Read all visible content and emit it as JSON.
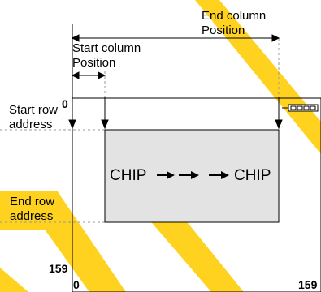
{
  "labels": {
    "end_column": "End  column",
    "end_column_position": "Position",
    "start_column": "Start column",
    "start_column_position": "Position",
    "start_row": "Start row",
    "start_row_address": "address",
    "end_row": "End row",
    "end_row_address": "address"
  },
  "axis": {
    "row_zero": "0",
    "row_max": "159",
    "col_zero": "0",
    "col_max": "159"
  },
  "chip": {
    "left_text": "CHIP",
    "right_text": "CHIP"
  },
  "colors": {
    "stripe": "#FFD21F",
    "window_fill": "#E3E3E3",
    "line": "#000000",
    "guide": "#9A9A9A"
  },
  "icons": [
    "connector-icon"
  ]
}
